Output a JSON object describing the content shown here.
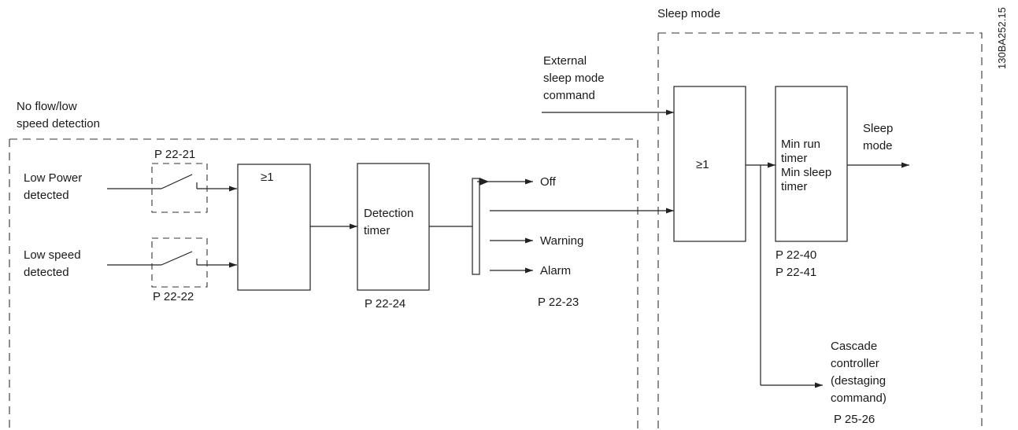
{
  "doc_id": "130BA252.15",
  "labels": {
    "sleep_mode_title": "Sleep mode",
    "no_flow_1": "No flow/low",
    "no_flow_2": "speed detection",
    "external_1": "External",
    "external_2": "sleep mode",
    "external_3": "command",
    "low_power_1": "Low Power",
    "low_power_2": "detected",
    "low_speed_1": "Low speed",
    "low_speed_2": "detected",
    "p_22_21": "P 22-21",
    "p_22_22": "P 22-22",
    "or_gate_1": "≥1",
    "detection_timer_1": "Detection",
    "detection_timer_2": "timer",
    "p_22_24": "P 22-24",
    "out_off": "Off",
    "out_warning": "Warning",
    "out_alarm": "Alarm",
    "p_22_23": "P 22-23",
    "or_gate_2": "≥1",
    "min_run_1": "Min run",
    "min_run_2": "timer",
    "min_sleep_1": "Min sleep",
    "min_sleep_2": "timer",
    "p_22_40": "P 22-40",
    "p_22_41": "P 22-41",
    "sleep_out_1": "Sleep",
    "sleep_out_2": "mode",
    "cascade_1": "Cascade",
    "cascade_2": "controller",
    "cascade_3": "(destaging",
    "cascade_4": "command)",
    "p_25_26": "P 25-26"
  }
}
